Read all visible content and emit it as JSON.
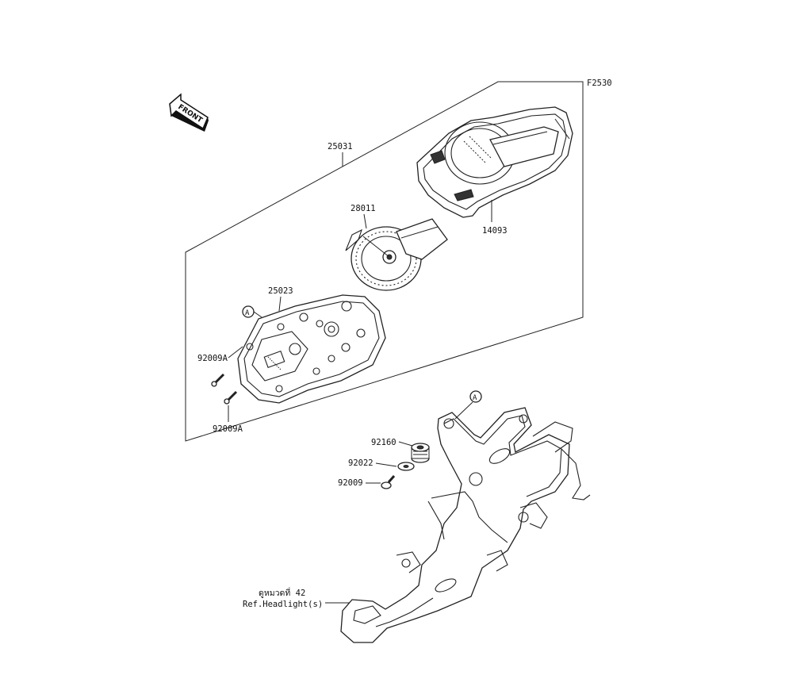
{
  "figure_code": "F2530",
  "front_label": "FRONT",
  "ref_marker": "A",
  "parts": {
    "meter_assy": "25031",
    "meter_cover": "14093",
    "speedometer_ring": "28011",
    "meter_case": "25023",
    "screw_a": "92009A",
    "screw_b": "92009A",
    "damper": "92160",
    "washer": "92022",
    "bolt": "92009"
  },
  "reference": {
    "line1": "ดูหมวดที่ 42",
    "line2": "Ref.Headlight(s)"
  }
}
